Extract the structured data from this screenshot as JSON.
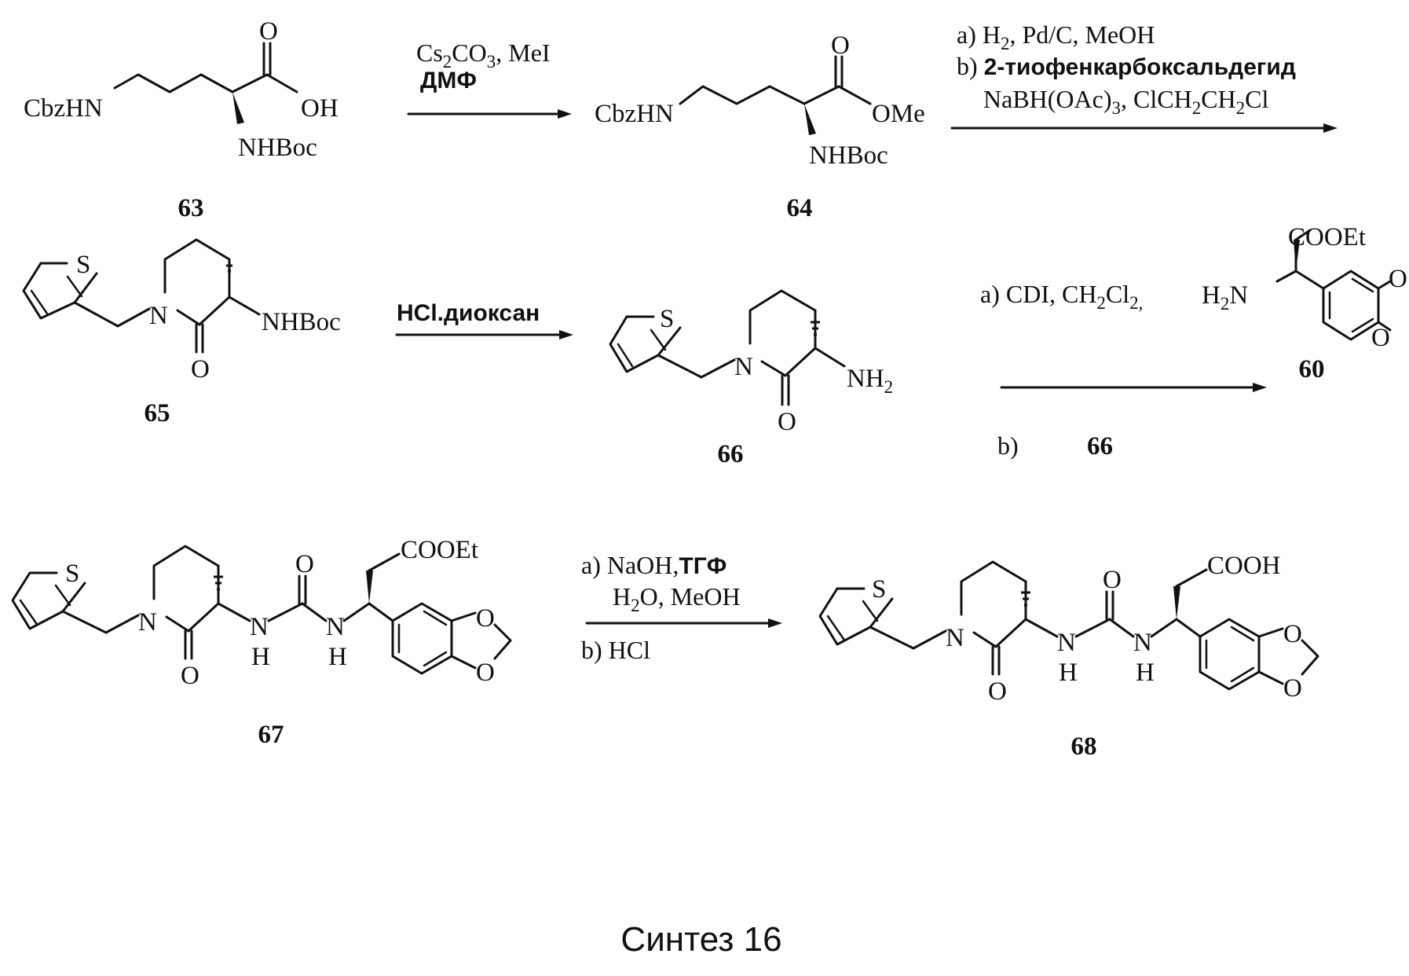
{
  "caption": "Синтез 16",
  "compounds": {
    "c63": "63",
    "c64": "64",
    "c65": "65",
    "c66": "66",
    "c67": "67",
    "c68": "68",
    "c60": "60"
  },
  "atoms": {
    "cbzhn": "CbzHN",
    "nhboc": "NHBoc",
    "oh": "OH",
    "ome": "OMe",
    "o": "O",
    "s": "S",
    "n": "N",
    "h": "H",
    "nh": "NH",
    "nh2_main": "NH",
    "h2n_main": "H",
    "h2n_tail": "N",
    "sub2": "2",
    "cooet": "COOEt",
    "cooh": "COOH"
  },
  "reaction_1": {
    "line1_main": "Cs",
    "line1_sub1": "2",
    "line1_mid": "CO",
    "line1_sub2": "3",
    "line1_end": ", MeI",
    "line2": "ДМФ"
  },
  "reaction_2": {
    "a_prefix": "a) H",
    "a_sub": "2",
    "a_rest": ", Pd/C, MeOH",
    "b_prefix": "b) ",
    "b_reagent": "2-тиофенкарбоксальдегид",
    "c_part1": "NaBH(OAc)",
    "c_sub1": "3",
    "c_part2": ", ClCH",
    "c_sub2": "2",
    "c_part3": "CH",
    "c_sub3": "2",
    "c_part4": "Cl"
  },
  "reaction_3": {
    "label": "HCl.диоксан"
  },
  "reaction_4": {
    "a_prefix": "a) CDI, CH",
    "a_sub1": "2",
    "a_mid": "Cl",
    "a_sub2": "2,",
    "b_label": "b)",
    "b_compound": "66"
  },
  "reaction_5": {
    "a_text": "a) NaOH,",
    "a_bold": "ТГФ",
    "line2_main": "H",
    "line2_sub": "2",
    "line2_rest": "O, MeOH",
    "b_text": "b) HCl"
  }
}
